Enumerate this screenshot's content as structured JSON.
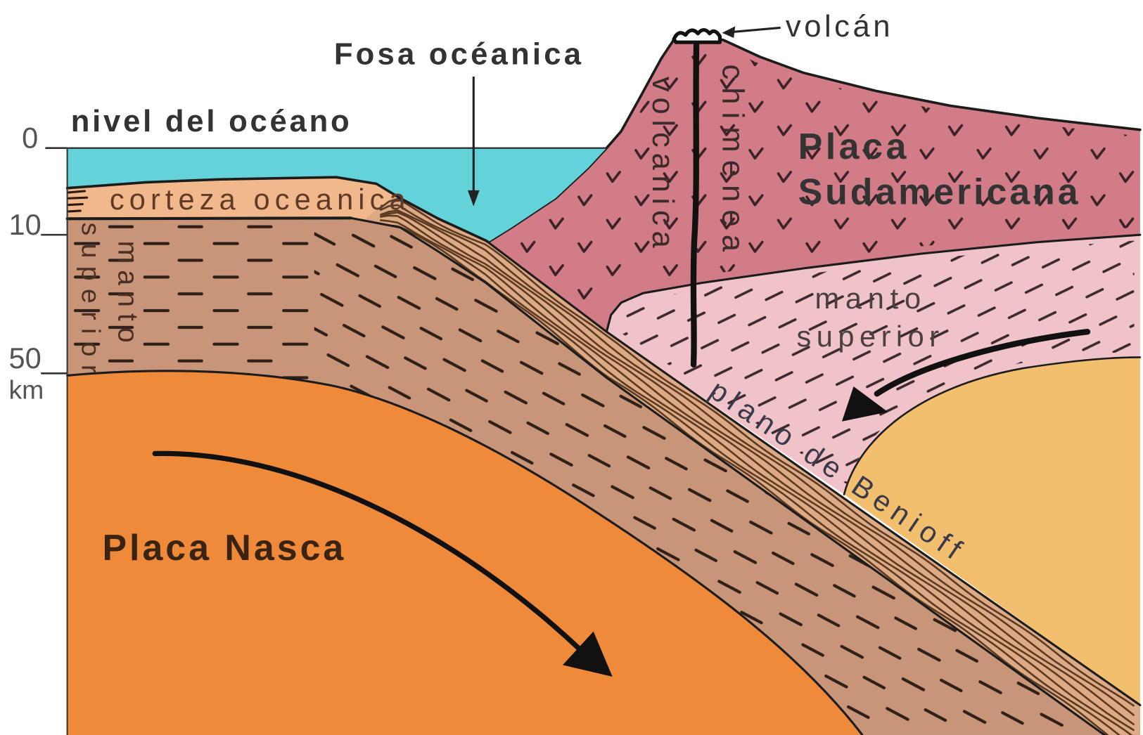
{
  "labels": {
    "volcano": "volcán",
    "trench": "Fosa océanica",
    "sea_level": "nivel del océano",
    "oceanic_crust": "corteza oceanica",
    "left_upper_mantle": {
      "line1": "manto",
      "line2": "superior"
    },
    "volcanic_chimney": {
      "line1": "chimenea",
      "line2": "volcanica"
    },
    "south_american_plate": {
      "line1": "Placa",
      "line2": "Sudamericana"
    },
    "right_upper_mantle": {
      "line1": "manto",
      "line2": "superior"
    },
    "benioff_plane": "plano de Benioff",
    "nazca_plate": "Placa Nasca"
  },
  "depth_axis": {
    "ticks": [
      "0",
      "10",
      "50"
    ],
    "unit": "km"
  },
  "colors": {
    "ocean": "#64d3d9",
    "oceanic_crust": "#f1b98b",
    "subducting_slab": "#dcaa84",
    "slab_layers": "#5b3a22",
    "upper_mantle_left": "#c99579",
    "nazca_plate": "#ef8a3a",
    "south_american_plate": "#d27c87",
    "upper_mantle_right": "#efc3c8",
    "deep_region": "#f2bf6e",
    "outline": "#1c1c1c"
  }
}
